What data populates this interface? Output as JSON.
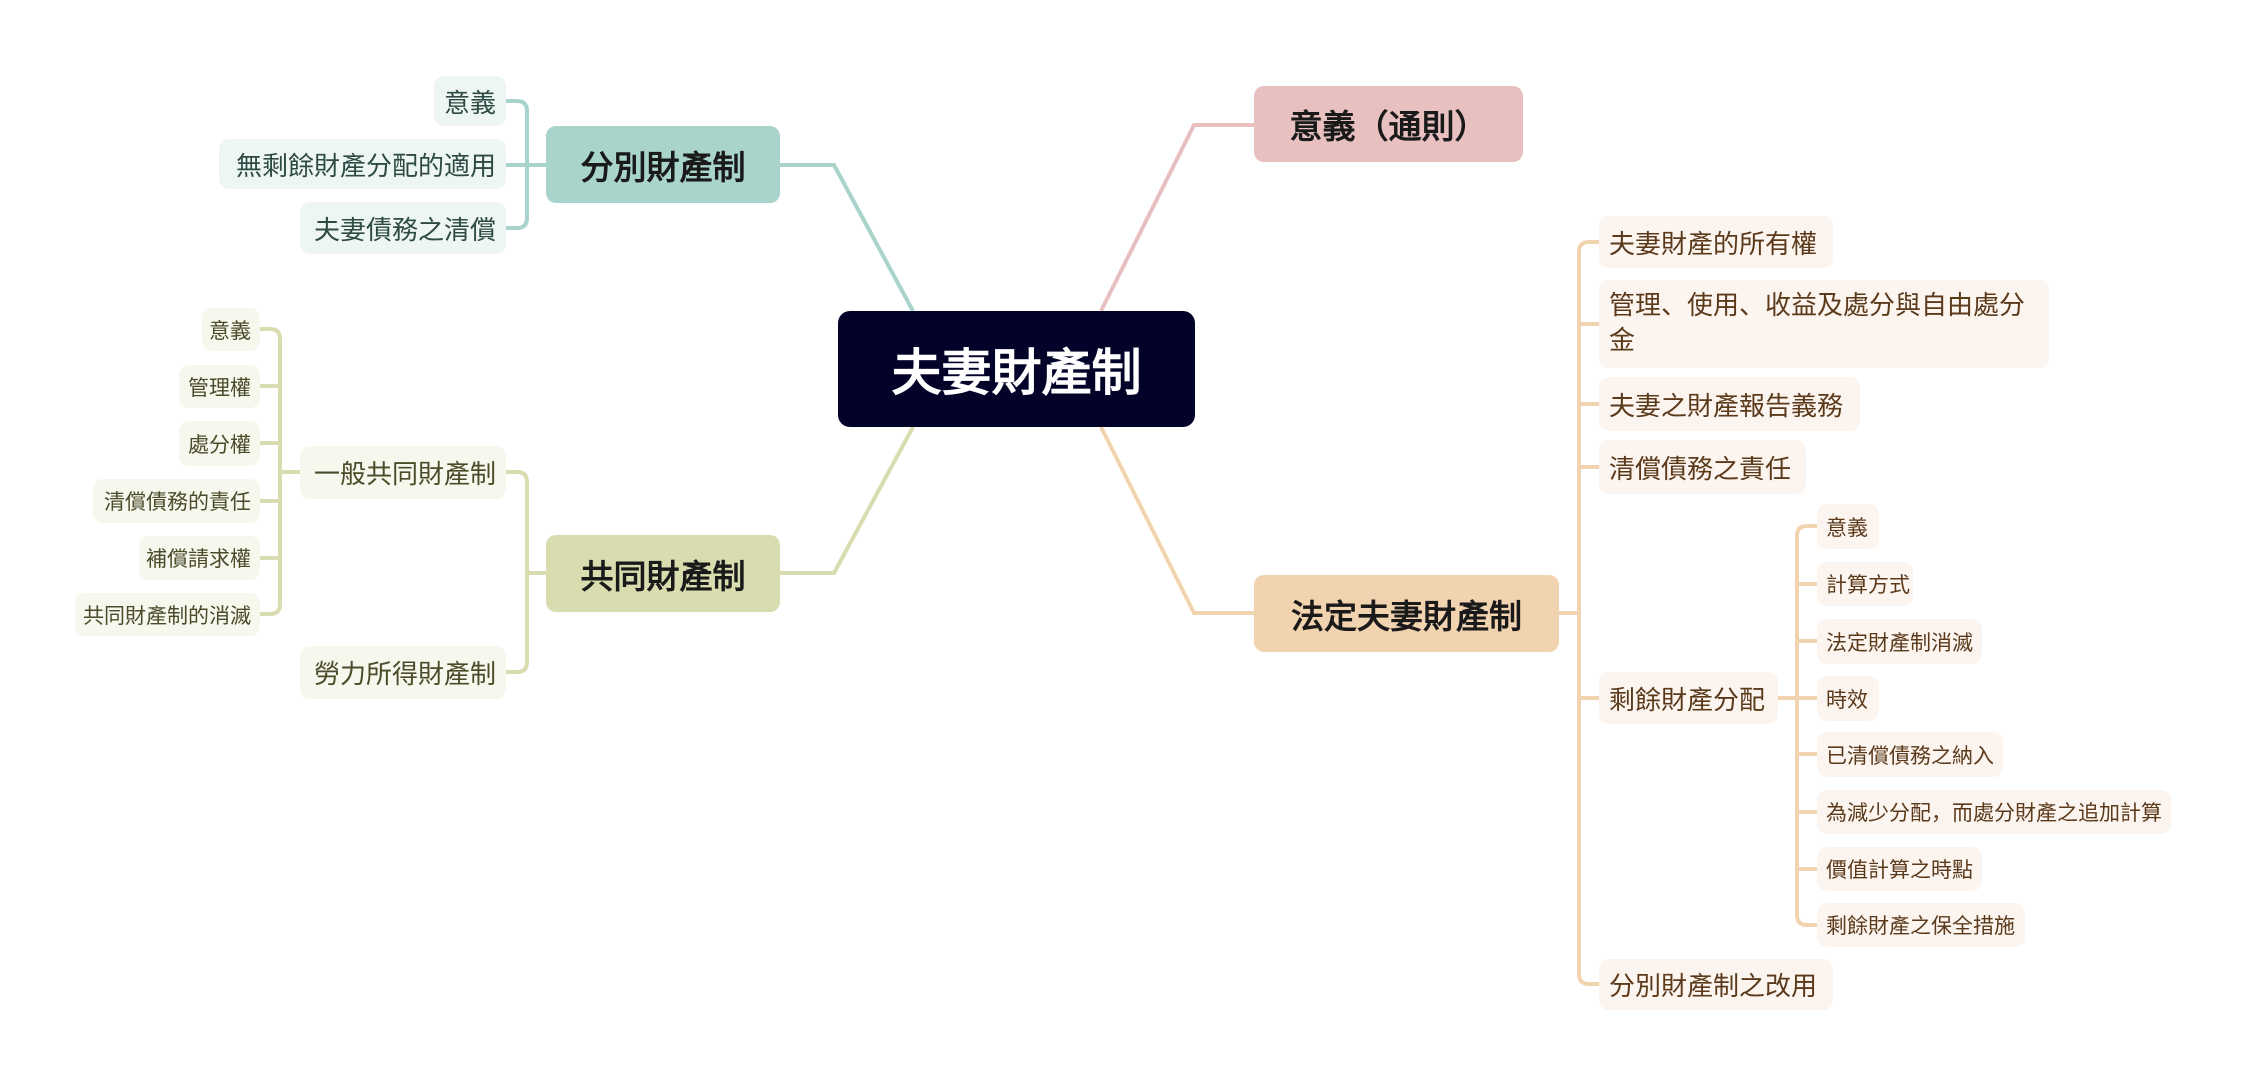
{
  "root": "夫妻財產制",
  "colors": {
    "root": "#03032a",
    "separate": "#a8d4cb",
    "community": "#d8dcaf",
    "meaning": "#e8c0c0",
    "statutory": "#f2d3b0"
  },
  "branches": {
    "meaning": {
      "label": "意義（通則）"
    },
    "separate": {
      "label": "分別財產制",
      "children": [
        "意義",
        "無剩餘財產分配的適用",
        "夫妻債務之清償"
      ]
    },
    "community": {
      "label": "共同財產制",
      "general": {
        "label": "一般共同財產制",
        "children": [
          "意義",
          "管理權",
          "處分權",
          "清償債務的責任",
          "補償請求權",
          "共同財產制的消滅"
        ]
      },
      "labor": {
        "label": "勞力所得財產制"
      }
    },
    "statutory": {
      "label": "法定夫妻財產制",
      "children": [
        "夫妻財產的所有權",
        "管理、使用、收益及處分與自由處分金",
        "夫妻之財產報告義務",
        "清償債務之責任",
        "剩餘財產分配",
        "分別財產制之改用"
      ],
      "surplus_children": [
        "意義",
        "計算方式",
        "法定財產制消滅",
        "時效",
        "已清償債務之納入",
        "為減少分配，而處分財產之追加計算",
        "價值計算之時點",
        "剩餘財產之保全措施"
      ]
    }
  }
}
